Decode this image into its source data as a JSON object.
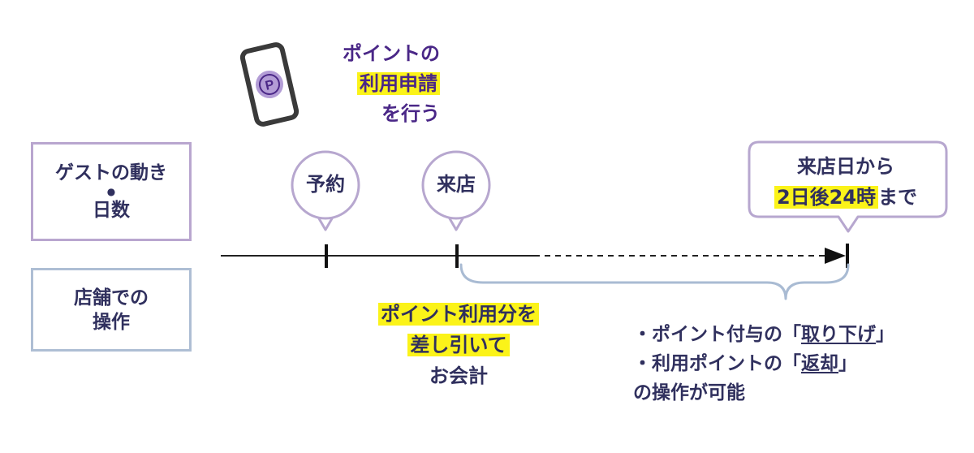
{
  "guest_box": {
    "line1": "ゲストの動き",
    "dot": "●",
    "line2": "日数"
  },
  "store_box": {
    "line1": "店舗での",
    "line2": "操作"
  },
  "phone_note": {
    "line1": "ポイントの",
    "line2": "利用申請",
    "line3": "を行う"
  },
  "markers": {
    "reservation": "予約",
    "visit": "来店"
  },
  "deadline": {
    "line1": "来店日から",
    "line2_highlight": "2日後24時",
    "line2_rest": "まで"
  },
  "checkout": {
    "line1": "ポイント利用分を",
    "line2": "差し引いて",
    "line3": "お会計"
  },
  "operations": {
    "item1_pre": "・ポイント付与の「",
    "item1_key": "取り下げ",
    "item1_post": "」",
    "item2_pre": "・利用ポイントの「",
    "item2_key": "返却",
    "item2_post": "」",
    "item3": "の操作が可能"
  },
  "colors": {
    "navy_text": "#30305e",
    "purple_text": "#4a2787",
    "highlight": "#fbf319",
    "guest_border": "#b9a6cf",
    "store_border": "#aebed4",
    "bubble_border": "#b7a7cf",
    "brace": "#a9bbd3"
  },
  "icons": {
    "phone": "smartphone-points-icon",
    "point": "point-p-icon",
    "arrow": "arrow-head-icon"
  }
}
